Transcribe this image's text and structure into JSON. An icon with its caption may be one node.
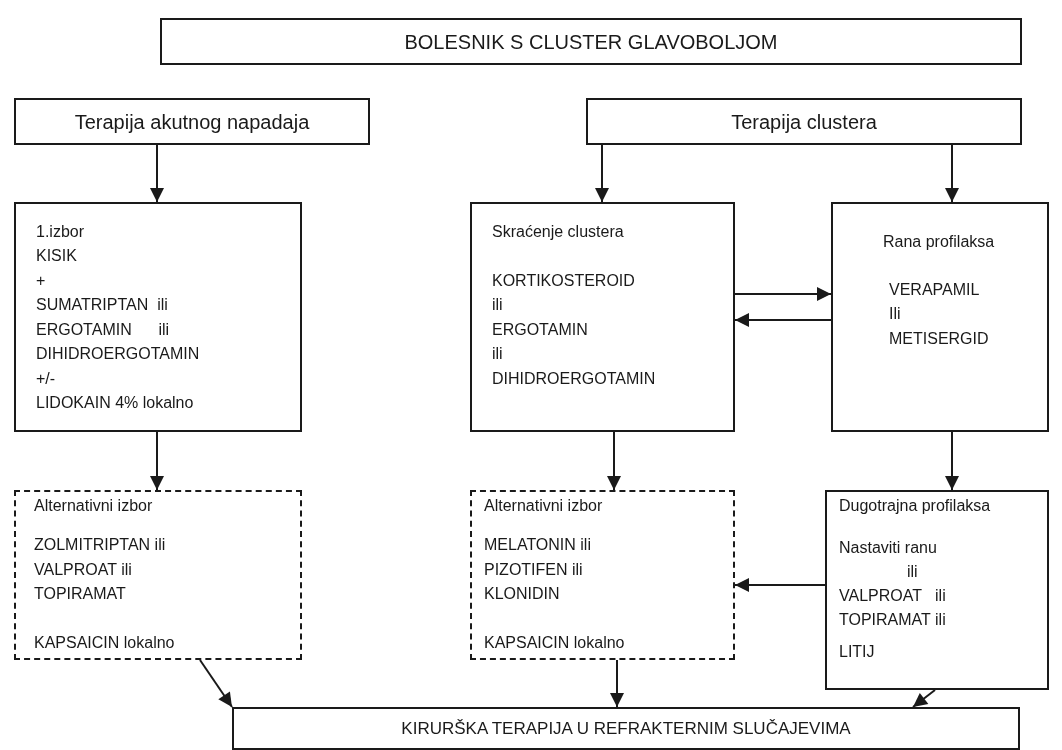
{
  "diagram": {
    "nodes": [
      {
        "text": [
          "BOLESNIK S CLUSTER GLAVOBOLJOM"
        ]
      },
      {
        "text": [
          "Terapija akutnog napadaja"
        ]
      },
      {
        "text": [
          "Terapija clustera"
        ]
      },
      {
        "text": [
          "1.izbor",
          "KISIK",
          "+",
          "SUMATRIPTAN  ili",
          "ERGOTAMIN      ili",
          "DIHIDROERGOTAMIN",
          "+/-",
          "LIDOKAIN 4% lokalno"
        ]
      },
      {
        "text": [
          "Skraćenje clustera",
          "KORTIKOSTEROID",
          "ili",
          "ERGOTAMIN",
          "ili",
          "DIHIDROERGOTAMIN"
        ]
      },
      {
        "text": [
          "Rana profilaksa",
          "VERAPAMIL",
          "Ili",
          "METISERGID"
        ]
      },
      {
        "text": [
          "Alternativni izbor",
          "ZOLMITRIPTAN ili",
          "VALPROAT ili",
          "TOPIRAMAT",
          "KAPSAICIN lokalno"
        ]
      },
      {
        "text": [
          "Alternativni izbor",
          "MELATONIN ili",
          "PIZOTIFEN ili",
          "KLONIDIN",
          "KAPSAICIN lokalno"
        ]
      },
      {
        "text": [
          "Dugotrajna profilaksa",
          "Nastaviti ranu",
          "ili",
          "VALPROAT   ili",
          "TOPIRAMAT ili",
          "LITIJ"
        ]
      },
      {
        "text": [
          "KIRURŠKA TERAPIJA U REFRAKTERNIM SLUČAJEVIMA"
        ]
      }
    ],
    "edges": [
      {
        "from": 1,
        "to": 3,
        "arrow": "to"
      },
      {
        "from": 2,
        "to": 4,
        "arrow": "to"
      },
      {
        "from": 2,
        "to": 5,
        "arrow": "to"
      },
      {
        "from": 4,
        "to": 5,
        "arrow": "to"
      },
      {
        "from": 5,
        "to": 4,
        "arrow": "to"
      },
      {
        "from": 3,
        "to": 6,
        "arrow": "to"
      },
      {
        "from": 4,
        "to": 7,
        "arrow": "to"
      },
      {
        "from": 5,
        "to": 8,
        "arrow": "to"
      },
      {
        "from": 8,
        "to": 7,
        "arrow": "to"
      },
      {
        "from": 6,
        "to": 9,
        "arrow": "to"
      },
      {
        "from": 7,
        "to": 9,
        "arrow": "to"
      },
      {
        "from": 8,
        "to": 9,
        "arrow": "to"
      }
    ]
  }
}
